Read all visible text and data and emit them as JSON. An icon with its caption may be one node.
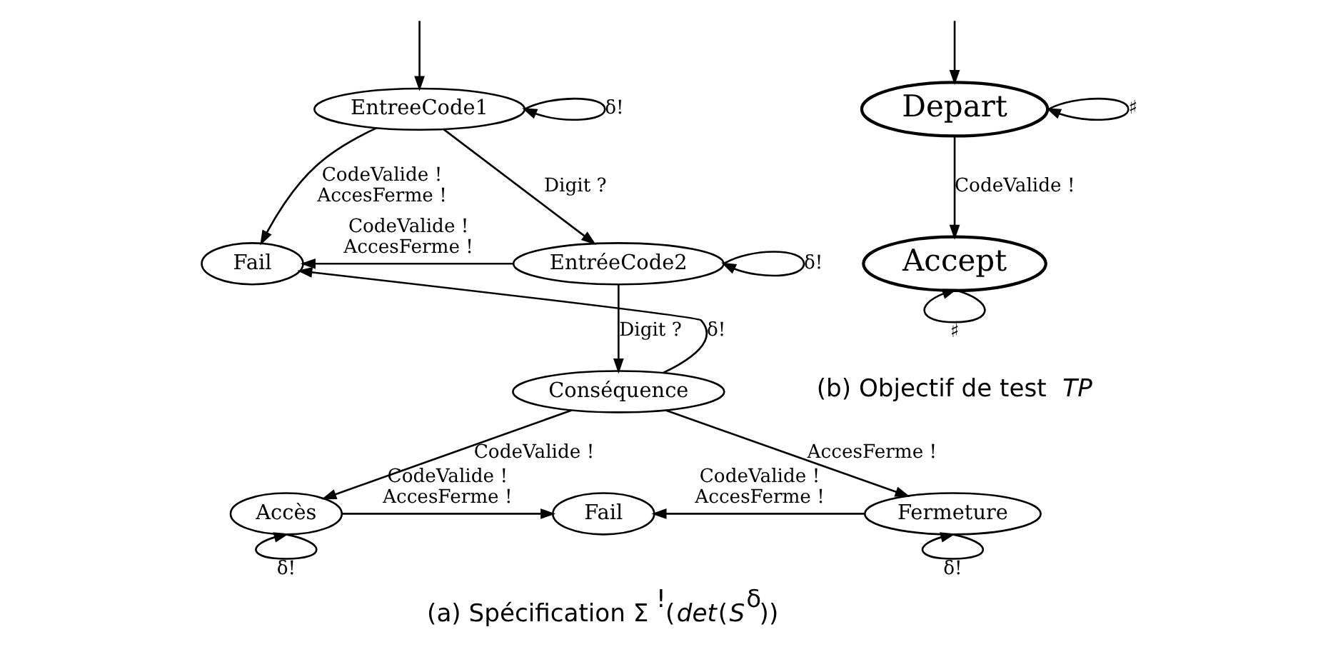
{
  "diagram": {
    "nodes": [
      {
        "text": [
          "EntreeCode1"
        ]
      },
      {
        "text": [
          "EntréeCode2"
        ]
      },
      {
        "text": [
          "Fail"
        ]
      },
      {
        "text": [
          "Conséquence"
        ]
      },
      {
        "text": [
          "Accès"
        ]
      },
      {
        "text": [
          "Fail"
        ]
      },
      {
        "text": [
          "Fermeture"
        ]
      },
      {
        "text": [
          "Depart"
        ]
      },
      {
        "text": [
          "Accept"
        ]
      }
    ],
    "edges": [
      {
        "from": null,
        "to": 0,
        "arrow": "to"
      },
      {
        "from": 0,
        "to": 0,
        "arrow": "to",
        "label": "δ!"
      },
      {
        "from": 0,
        "to": 2,
        "arrow": "to",
        "label": "CodeValide ! AccesFerme !"
      },
      {
        "from": 0,
        "to": 1,
        "arrow": "to",
        "label": "Digit ?"
      },
      {
        "from": 1,
        "to": 1,
        "arrow": "to",
        "label": "δ!"
      },
      {
        "from": 1,
        "to": 2,
        "arrow": "to",
        "label": "CodeValide ! AccesFerme !"
      },
      {
        "from": 1,
        "to": 3,
        "arrow": "to",
        "label": "Digit ?"
      },
      {
        "from": 3,
        "to": 2,
        "arrow": "to",
        "label": "δ!"
      },
      {
        "from": 3,
        "to": 4,
        "arrow": "to",
        "label": "CodeValide !"
      },
      {
        "from": 3,
        "to": 6,
        "arrow": "to",
        "label": "AccesFerme !"
      },
      {
        "from": 4,
        "to": 5,
        "arrow": "to",
        "label": "CodeValide ! AccesFerme !"
      },
      {
        "from": 4,
        "to": 4,
        "arrow": "to",
        "label": "δ!"
      },
      {
        "from": 6,
        "to": 5,
        "arrow": "to",
        "label": "CodeValide ! AccesFerme !"
      },
      {
        "from": 6,
        "to": 6,
        "arrow": "to",
        "label": "δ!"
      },
      {
        "from": null,
        "to": 7,
        "arrow": "to"
      },
      {
        "from": 7,
        "to": 7,
        "arrow": "to",
        "label": "♯"
      },
      {
        "from": 7,
        "to": 8,
        "arrow": "to",
        "label": "CodeValide !"
      },
      {
        "from": 8,
        "to": 8,
        "arrow": "to",
        "label": "♯"
      }
    ],
    "labels": [
      "(a) Spécification Σ$^{!}$(*det*(*S*$^{δ}$))",
      "(b) Objectif de test *TP*"
    ]
  }
}
